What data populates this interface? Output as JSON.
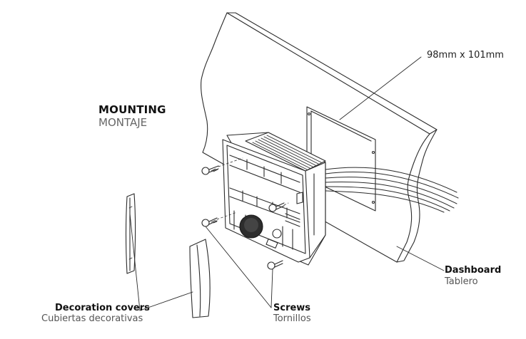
{
  "heading": {
    "title_en": "MOUNTING",
    "title_es": "MONTAJE"
  },
  "dimension_label": "98mm x 101mm",
  "callouts": {
    "dashboard": {
      "en": "Dashboard",
      "es": "Tablero"
    },
    "decoration_covers": {
      "en": "Decoration covers",
      "es": "Cubiertas decorativas"
    },
    "screws": {
      "en": "Screws",
      "es": "Tornillos"
    }
  }
}
